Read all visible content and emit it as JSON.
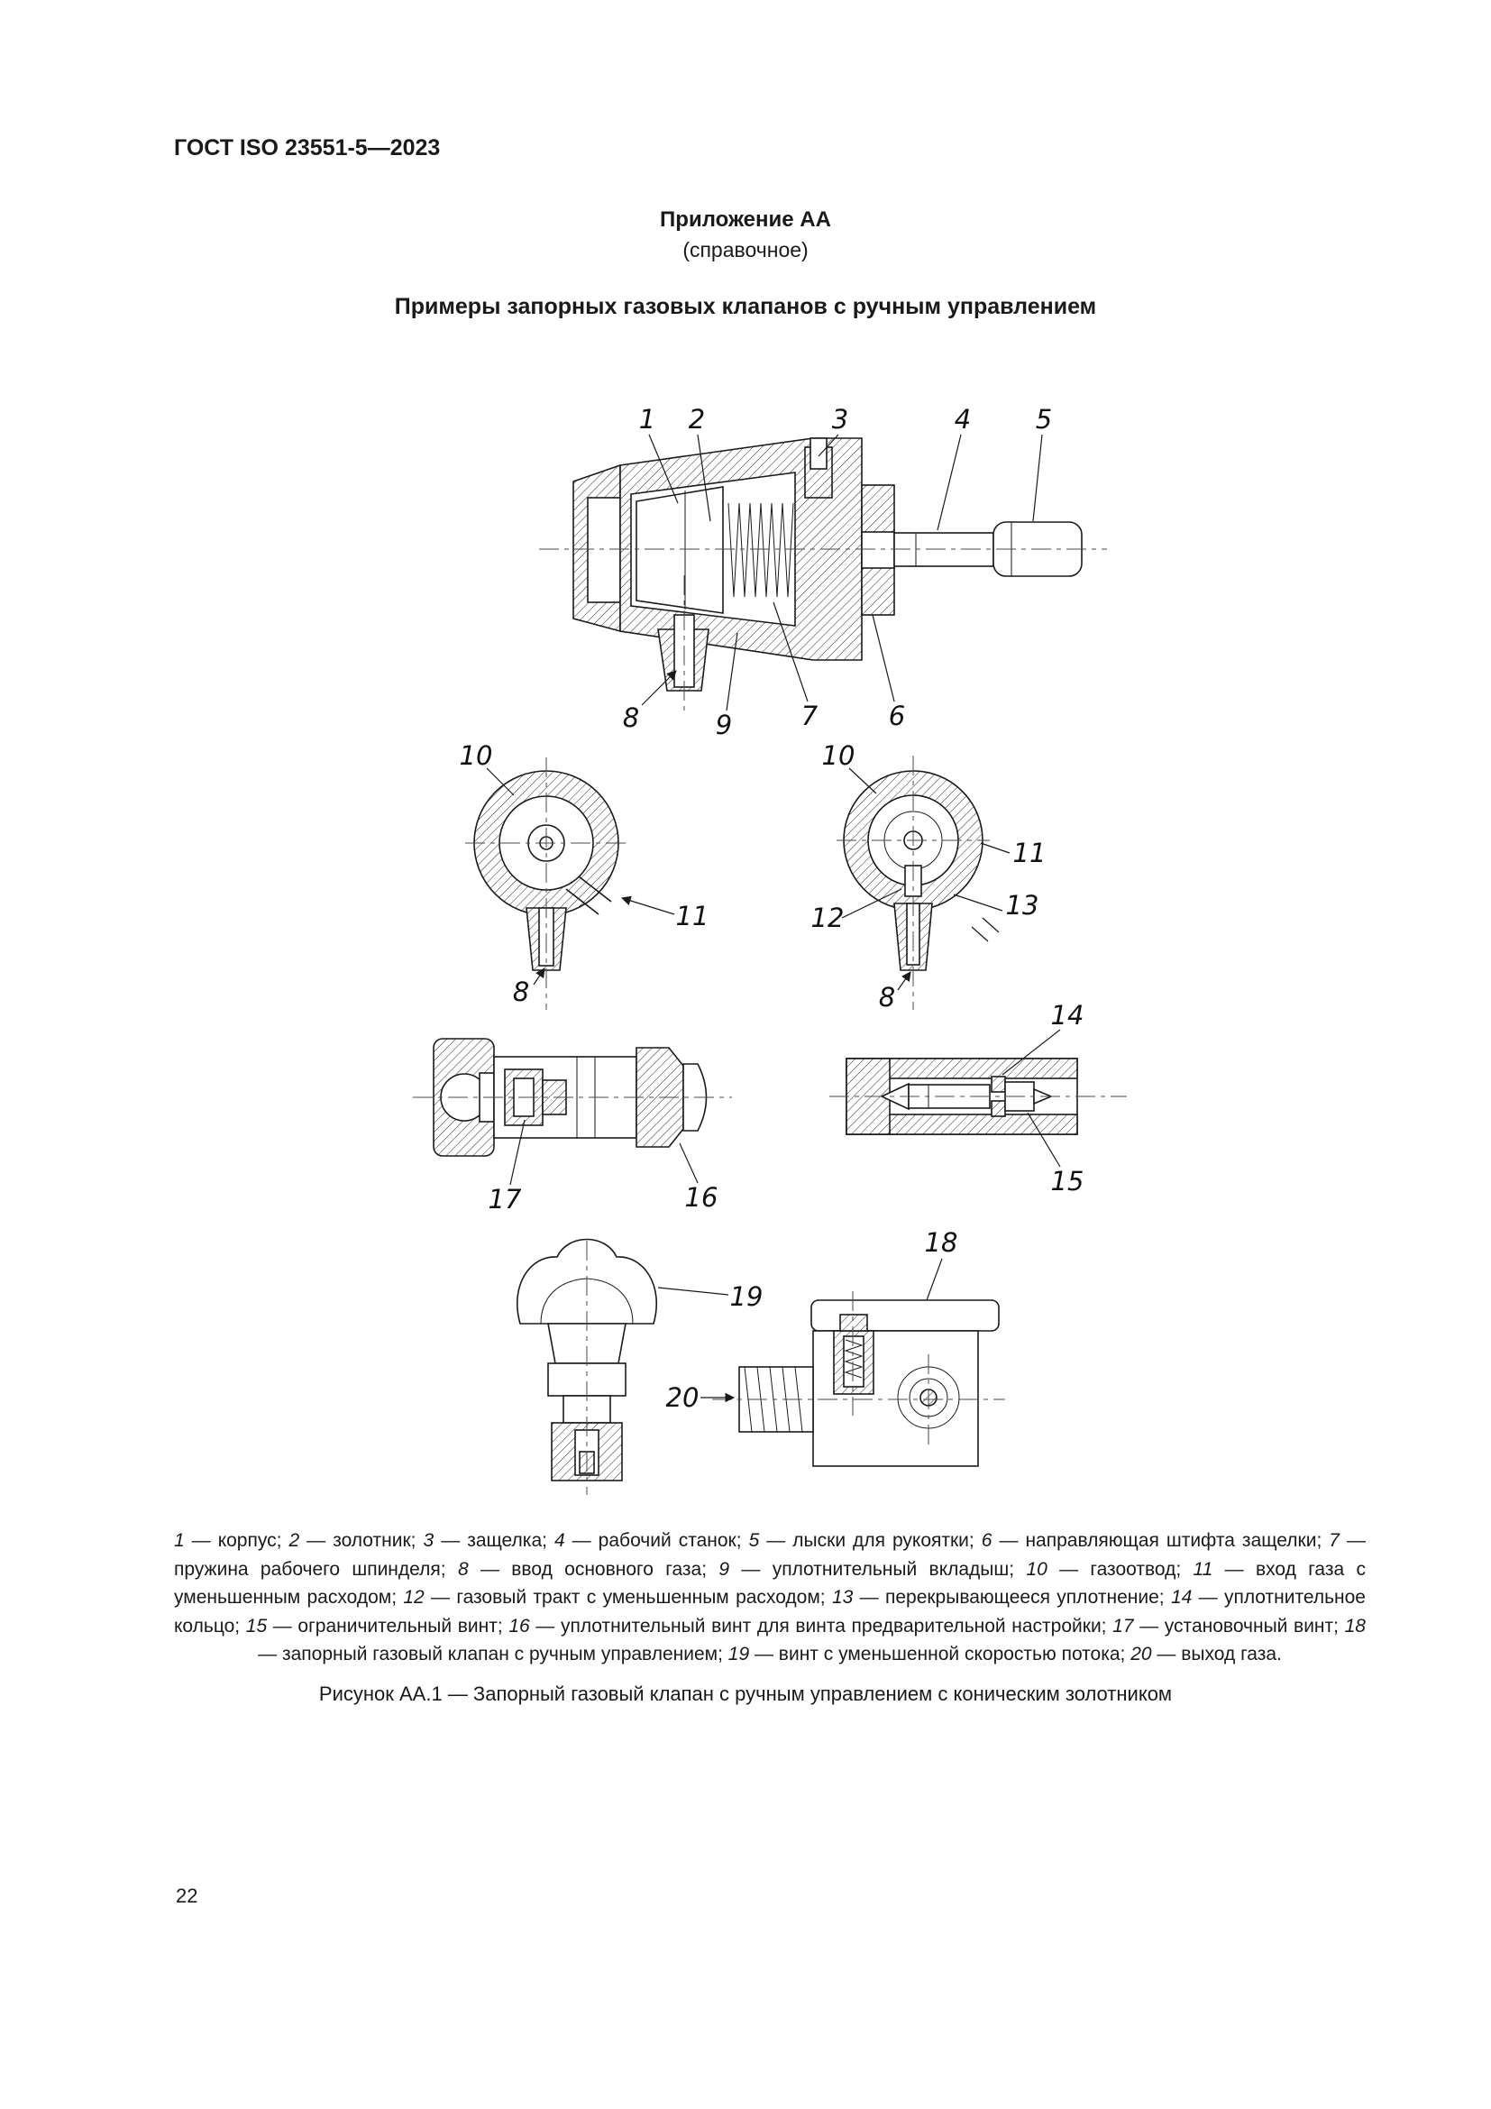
{
  "page": {
    "header": "ГОСТ ISO 23551-5—2023",
    "appendix": {
      "title": "Приложение АА",
      "note": "(справочное)"
    },
    "section_title": "Примеры запорных газовых клапанов с ручным управлением",
    "page_number": "22"
  },
  "figure": {
    "caption": "Рисунок АА.1 — Запорный газовый клапан с ручным управлением с коническим золотником",
    "legend_items": [
      {
        "n": "1",
        "t": "корпус"
      },
      {
        "n": "2",
        "t": "золотник"
      },
      {
        "n": "3",
        "t": "защелка"
      },
      {
        "n": "4",
        "t": "рабочий станок"
      },
      {
        "n": "5",
        "t": "лыски для рукоятки"
      },
      {
        "n": "6",
        "t": "направляющая штифта защелки"
      },
      {
        "n": "7",
        "t": "пружина рабочего шпинделя"
      },
      {
        "n": "8",
        "t": "ввод основного газа"
      },
      {
        "n": "9",
        "t": "уплотнительный вкладыш"
      },
      {
        "n": "10",
        "t": "газоотвод"
      },
      {
        "n": "11",
        "t": "вход газа с уменьшенным расходом"
      },
      {
        "n": "12",
        "t": "газовый тракт с уменьшенным расходом"
      },
      {
        "n": "13",
        "t": "перекрывающееся уплотнение"
      },
      {
        "n": "14",
        "t": "уплотнительное кольцо"
      },
      {
        "n": "15",
        "t": "ограничительный винт"
      },
      {
        "n": "16",
        "t": "уплотнительный винт для винта предварительной настройки"
      },
      {
        "n": "17",
        "t": "установочный винт"
      },
      {
        "n": "18",
        "t": "запорный газовый клапан с ручным управлением"
      },
      {
        "n": "19",
        "t": "винт с уменьшенной скоростью потока"
      },
      {
        "n": "20",
        "t": "выход газа"
      }
    ]
  },
  "callouts": {
    "n1": "1",
    "n2": "2",
    "n3": "3",
    "n4": "4",
    "n5": "5",
    "n6": "6",
    "n7": "7",
    "n8": "8",
    "n9": "9",
    "n10": "10",
    "n11": "11",
    "n12": "12",
    "n13": "13",
    "n14": "14",
    "n15": "15",
    "n16": "16",
    "n17": "17",
    "n18": "18",
    "n19": "19",
    "n20": "20"
  }
}
